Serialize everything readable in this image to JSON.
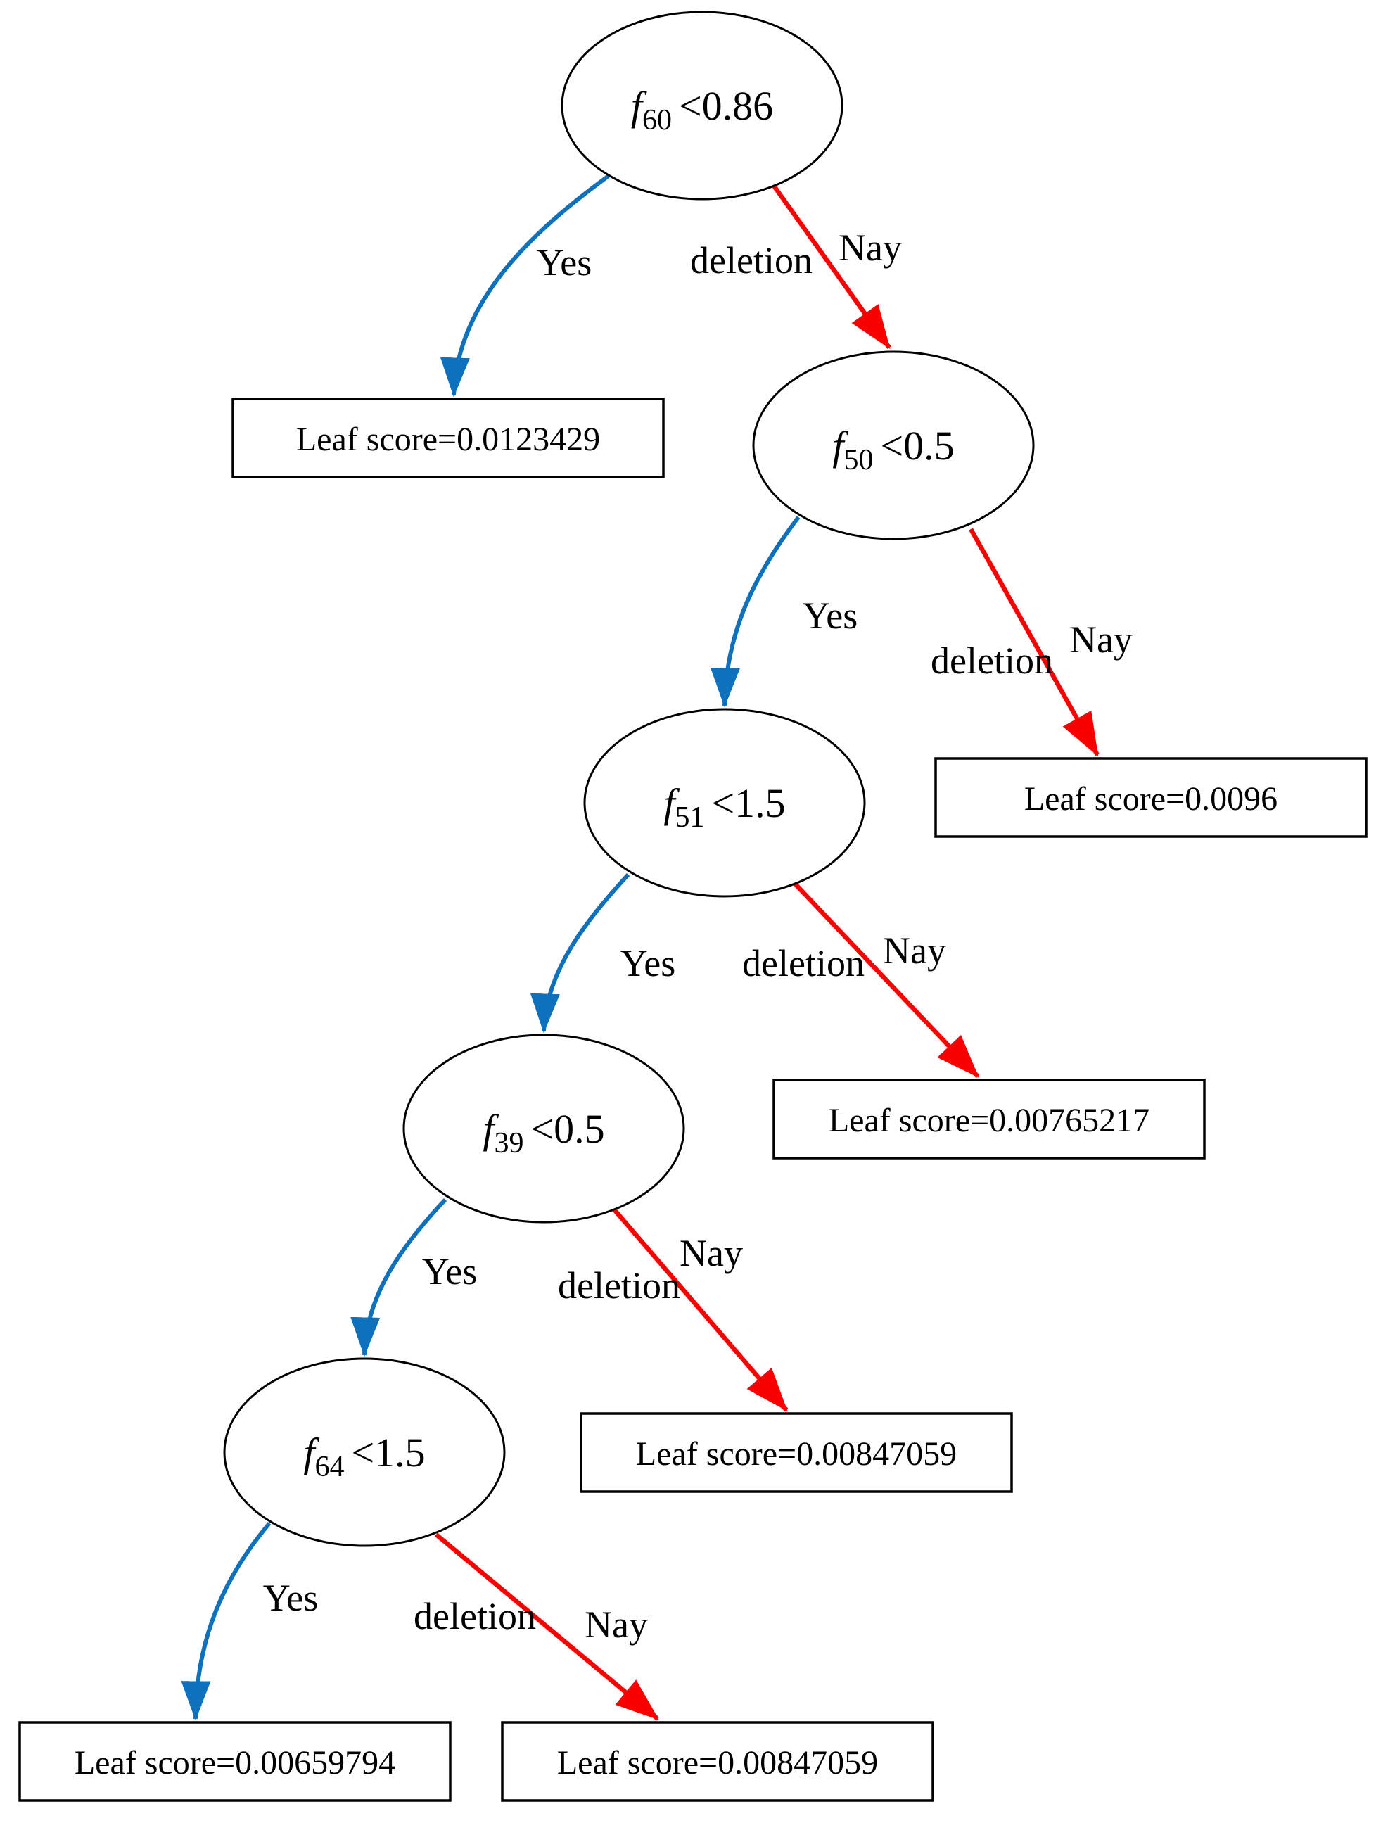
{
  "diagram": {
    "type": "decision-tree",
    "colors": {
      "yes_edge": "#0E71BE",
      "nay_edge": "#FB0000",
      "outline": "#000000",
      "background": "#FFFFFF"
    },
    "nodes": [
      {
        "id": "f60",
        "variable": "f",
        "subscript": "60",
        "condition": "<0.86"
      },
      {
        "id": "f50",
        "variable": "f",
        "subscript": "50",
        "condition": "<0.5"
      },
      {
        "id": "f51",
        "variable": "f",
        "subscript": "51",
        "condition": "<1.5"
      },
      {
        "id": "f39",
        "variable": "f",
        "subscript": "39",
        "condition": "<0.5"
      },
      {
        "id": "f64",
        "variable": "f",
        "subscript": "64",
        "condition": "<1.5"
      }
    ],
    "leaves": [
      {
        "id": "leaf-1",
        "label": "Leaf score=0.0123429"
      },
      {
        "id": "leaf-2",
        "label": "Leaf score=0.0096"
      },
      {
        "id": "leaf-3",
        "label": "Leaf score=0.00765217"
      },
      {
        "id": "leaf-4",
        "label": "Leaf score=0.00847059"
      },
      {
        "id": "leaf-5",
        "label": "Leaf score=0.00659794"
      },
      {
        "id": "leaf-6",
        "label": "Leaf score=0.00847059"
      }
    ],
    "edges": [
      {
        "from": "f60",
        "to": "leaf-1",
        "branch": "yes",
        "label": "Yes"
      },
      {
        "from": "f60",
        "to": "f50",
        "branch": "nay",
        "labels": [
          "deletion",
          "Nay"
        ]
      },
      {
        "from": "f50",
        "to": "f51",
        "branch": "yes",
        "label": "Yes"
      },
      {
        "from": "f50",
        "to": "leaf-2",
        "branch": "nay",
        "labels": [
          "deletion",
          "Nay"
        ]
      },
      {
        "from": "f51",
        "to": "f39",
        "branch": "yes",
        "label": "Yes"
      },
      {
        "from": "f51",
        "to": "leaf-3",
        "branch": "nay",
        "labels": [
          "deletion",
          "Nay"
        ]
      },
      {
        "from": "f39",
        "to": "f64",
        "branch": "yes",
        "label": "Yes"
      },
      {
        "from": "f39",
        "to": "leaf-4",
        "branch": "nay",
        "labels": [
          "deletion",
          "Nay"
        ]
      },
      {
        "from": "f64",
        "to": "leaf-5",
        "branch": "yes",
        "label": "Yes"
      },
      {
        "from": "f64",
        "to": "leaf-6",
        "branch": "nay",
        "labels": [
          "deletion",
          "Nay"
        ]
      }
    ]
  }
}
